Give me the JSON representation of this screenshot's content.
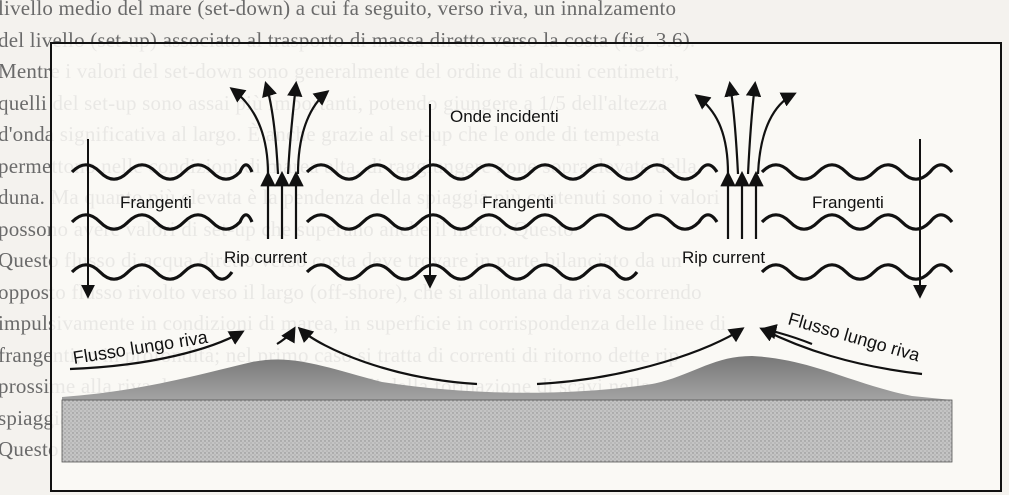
{
  "background_text": {
    "lines": [
      "livello medio del mare (set-down) a cui fa seguito, verso riva, un innalzamento",
      "del livello (set-up) associato al trasporto di massa diretto verso la costa (fig. 3.6).",
      "Mentre i valori del set-down sono generalmente del ordine di alcuni centimetri,",
      "quelli del set-up sono assai più importanti, potendo giungere a 1/5 dell'altezza",
      "d'onda significativa al largo. È anche grazie al set-up che le onde di tempesta",
      "permettono nelle condizioni di marea alta, di raggiungere zone sopraelevate della",
      "duna. Ma quanto più elevata è la pendenza della spiaggia più contenuti sono i valori",
      "possono avere valori di set-up che superano anche il metro. Questo",
      "Questo flusso di acqua diretto verso costa deve trovare in parte bilanciato da un",
      "opposto flusso rivolto verso il largo (off-shore), che si allontana da riva scorrendo",
      "impulsivamente in condizioni di marea, in superficie in corrispondenza delle linee di",
      "frangenti, o in profondità; nel primo caso si tratta di correnti di ritorno dette rip",
      "prossime alla riva, le quali sono responsabili della formazione di scavi nella",
      "spiaggia sommersa. Il loro andamento è legato alla morfologia dei fondali e all'",
      "Questo tipo di circolazione, infatti, è molto comune lungo le coste con fondali bassi"
    ]
  },
  "diagram": {
    "labels": {
      "incident_waves": "Onde incidenti",
      "breakers_left": "Frangenti",
      "breakers_center": "Frangenti",
      "breakers_right": "Frangenti",
      "rip_current_left": "Rip current",
      "rip_current_right": "Rip current",
      "longshore_left": "Flusso lungo riva",
      "longshore_right": "Flusso lungo riva"
    },
    "colors": {
      "ink": "#111111",
      "shore_fill": "#bdbdbd",
      "frame_bg": "#faf9f6"
    }
  }
}
